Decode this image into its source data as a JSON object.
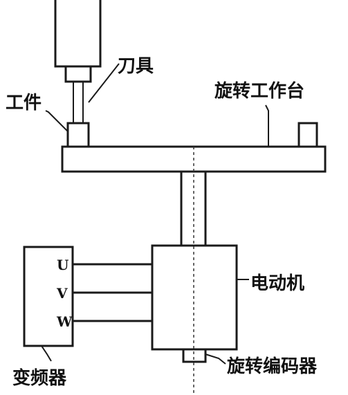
{
  "labels": {
    "tool": "刀具",
    "workpiece": "工件",
    "rotary_table": "旋转工作台",
    "motor": "电动机",
    "inverter": "变频器",
    "encoder": "旋转编码器"
  },
  "phases": [
    "U",
    "V",
    "W"
  ]
}
